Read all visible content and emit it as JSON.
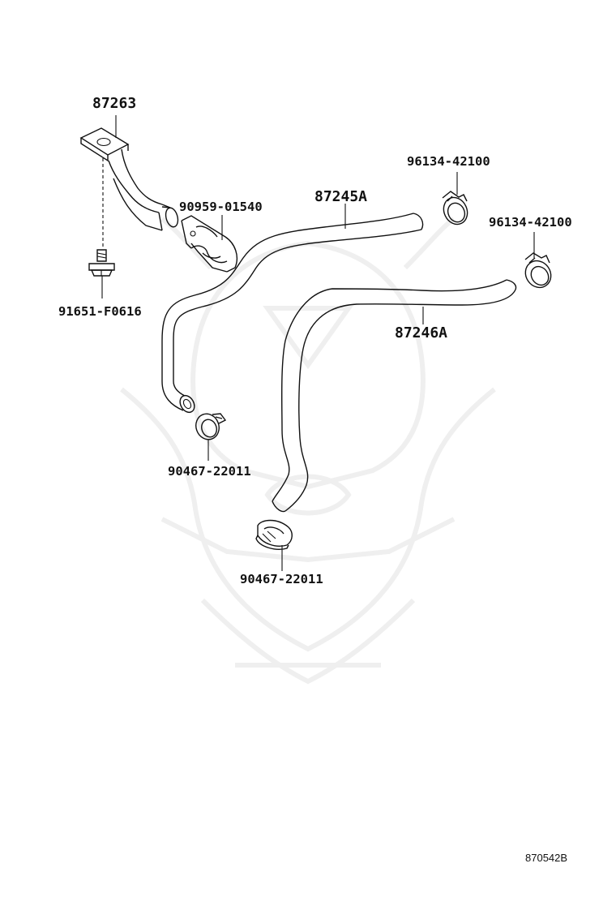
{
  "parts": {
    "bracket": "87263",
    "clamp_bracket": "90959-01540",
    "bolt": "91651-F0616",
    "hose_a": "87245A",
    "hose_b": "87246A",
    "clamp_right_upper": "96134-42100",
    "clamp_right_lower": "96134-42100",
    "clamp_left": "90467-22011",
    "clamp_bottom": "90467-22011"
  },
  "diagram_code": "870542B",
  "watermark_icon": "samurai-helmet-watermark-icon"
}
